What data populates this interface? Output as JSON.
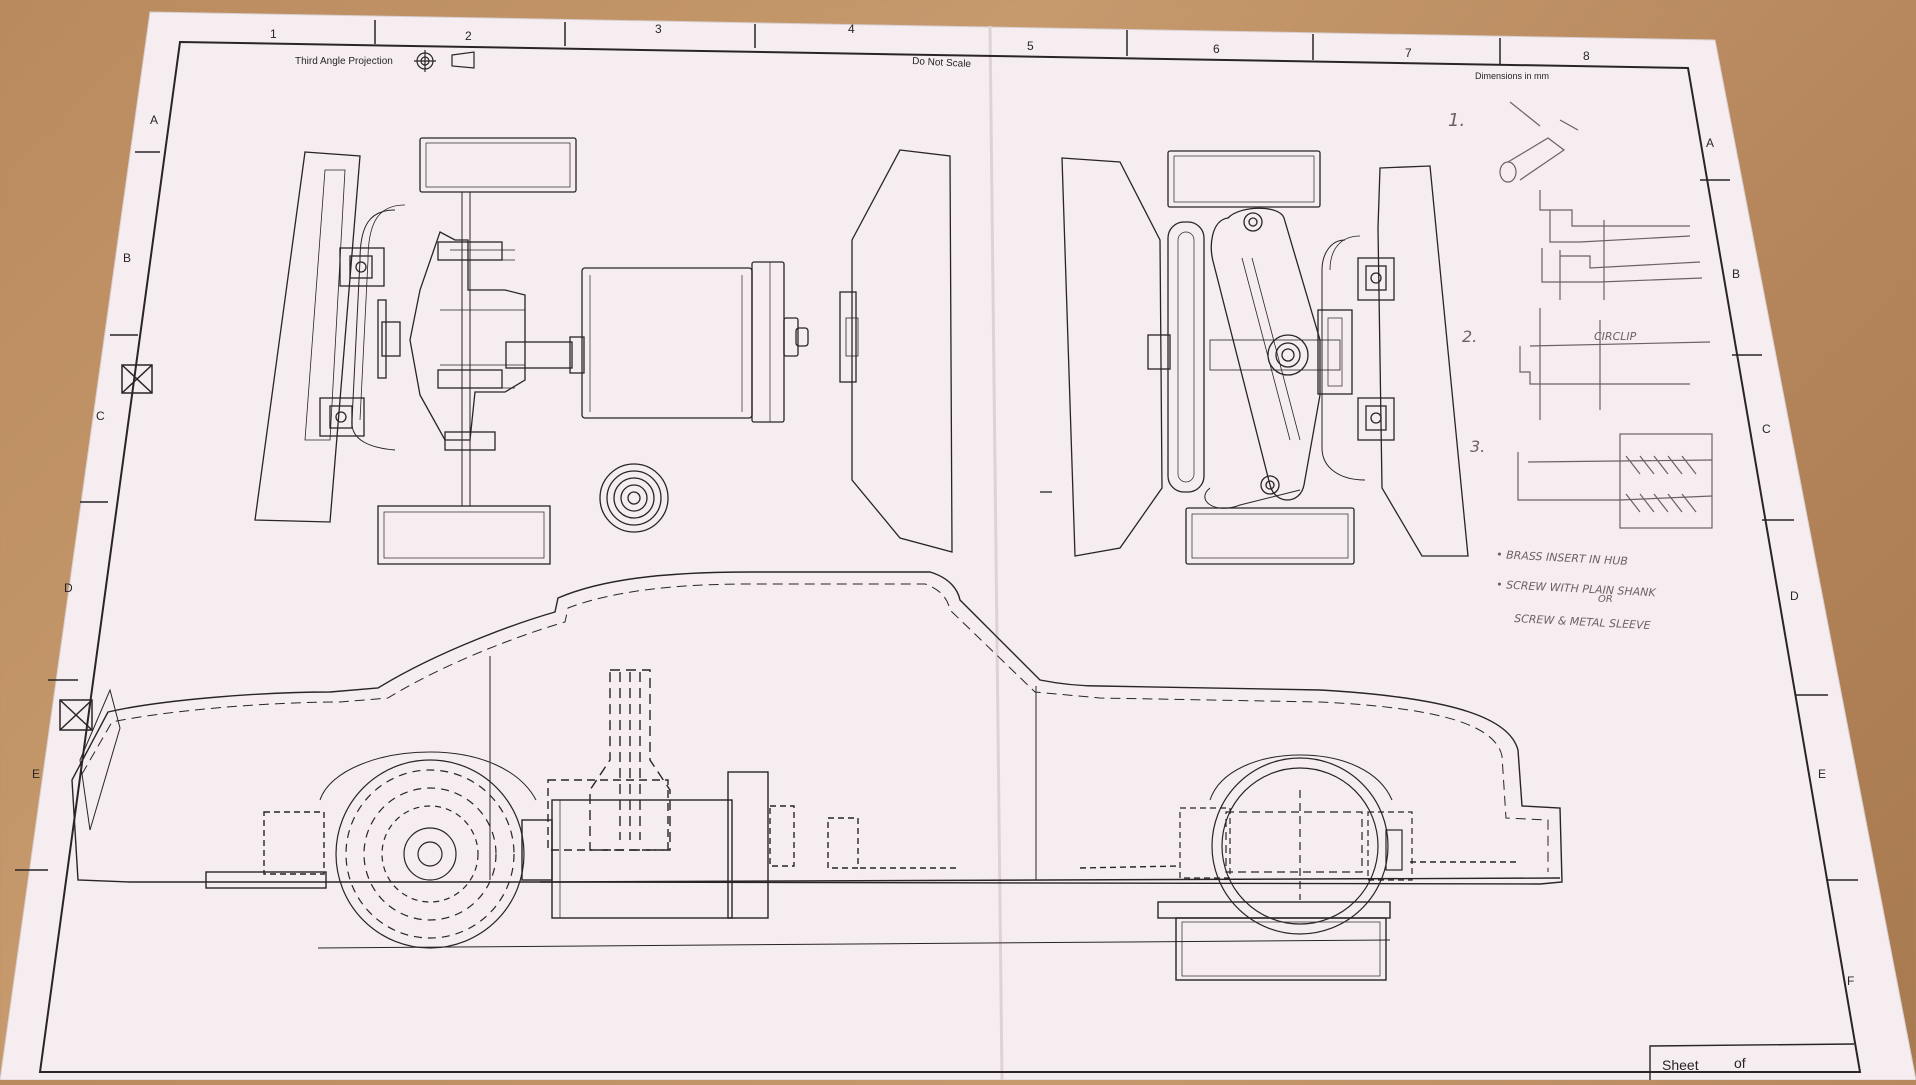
{
  "sheet": {
    "header_left": "Third Angle Projection",
    "header_mid": "Do Not Scale",
    "header_right": "Dimensions in mm",
    "col_numbers_top": [
      "1",
      "2",
      "3",
      "4",
      "5",
      "6",
      "7",
      "8"
    ],
    "row_letters_left": [
      "A",
      "B",
      "C",
      "D",
      "E"
    ],
    "row_letters_right": [
      "A",
      "B",
      "C",
      "D",
      "E",
      "F"
    ],
    "title_block_sheet": "Sheet",
    "title_block_of": "of"
  },
  "notes": {
    "num_1": "1.",
    "num_2": "2.",
    "num_3": "3.",
    "circlip": "CIRCLIP",
    "bullet_1": "• BRASS INSERT IN HUB",
    "bullet_2": "• SCREW WITH PLAIN SHANK",
    "bullet_or": "OR",
    "bullet_3": "SCREW & METAL SLEEVE"
  },
  "colors": {
    "paper": "#f6eef0",
    "ink": "#2a2426",
    "pencil": "#6b6264",
    "table": "#bf9064"
  }
}
